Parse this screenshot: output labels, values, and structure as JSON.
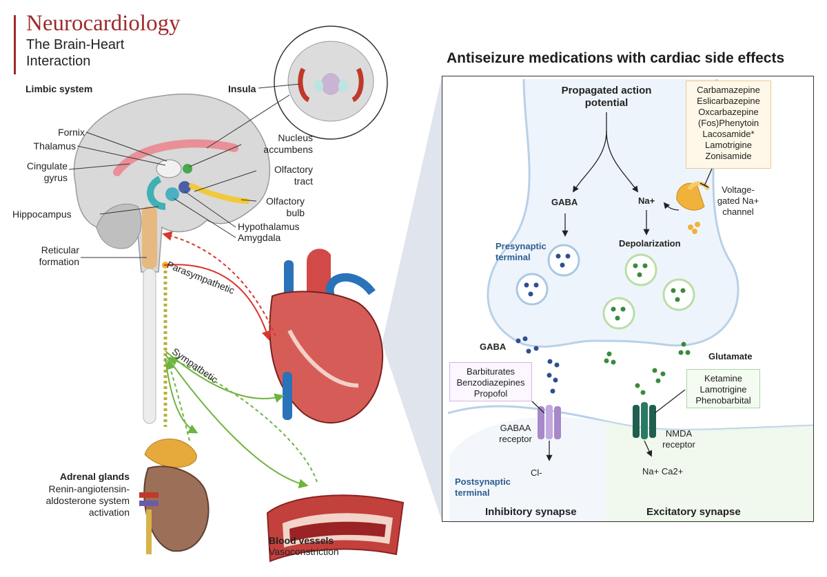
{
  "header": {
    "title": "Neurocardiology",
    "subtitle": "The Brain-Heart Interaction"
  },
  "brain": {
    "limbic_system": "Limbic system",
    "insula": "Insula",
    "labels": {
      "fornix": "Fornix",
      "thalamus": "Thalamus",
      "cingulate_gyrus": "Cingulate gyrus",
      "hippocampus": "Hippocampus",
      "reticular_formation": "Reticular formation",
      "nucleus_accumbens": "Nucleus accumbens",
      "olfactory_tract": "Olfactory tract",
      "olfactory_bulb": "Olfactory bulb",
      "hypothalamus": "Hypothalamus",
      "amygdala": "Amygdala"
    }
  },
  "pathways": {
    "parasympathetic": "Parasympathetic",
    "sympathetic": "Sympathetic"
  },
  "organs": {
    "adrenal_title": "Adrenal glands",
    "adrenal_desc": "Renin-angiotensin-aldosterone system activation",
    "vessels_title": "Blood vessels",
    "vessels_desc": "Vasoconstriction"
  },
  "synapse_panel": {
    "title": "Antiseizure medications with cardiac side effects",
    "propagated": "Propagated action potential",
    "gaba_top": "GABA",
    "na_top": "Na+",
    "depolarization": "Depolarization",
    "presynaptic": "Presynaptic terminal",
    "postsynaptic": "Postsynaptic terminal",
    "gaba_cleft": "GABA",
    "glutamate": "Glutamate",
    "na_channel": "Voltage-gated Na+ channel",
    "na_blockers": [
      "Carbamazepine",
      "Eslicarbazepine",
      "Oxcarbazepine",
      "(Fos)Phenytoin",
      "Lacosamide*",
      "Lamotrigine",
      "Zonisamide"
    ],
    "gaba_drugs": [
      "Barbiturates",
      "Benzodiazepines",
      "Propofol"
    ],
    "nmda_drugs": [
      "Ketamine",
      "Lamotrigine",
      "Phenobarbital"
    ],
    "gaba_receptor": "GABAA receptor",
    "nmda_receptor": "NMDA receptor",
    "chloride": "Cl-",
    "cations": "Na+ Ca2+",
    "inhibitory": "Inhibitory synapse",
    "excitatory": "Excitatory synapse"
  },
  "colors": {
    "brand": "#9e2a2b",
    "parasympathetic": "#d9362c",
    "sympathetic": "#6fb33f",
    "presynaptic_blue": "#2e5d91",
    "gaba_vesicle": "#2f4f8f",
    "glutamate_vesicle": "#3a8a3c"
  }
}
